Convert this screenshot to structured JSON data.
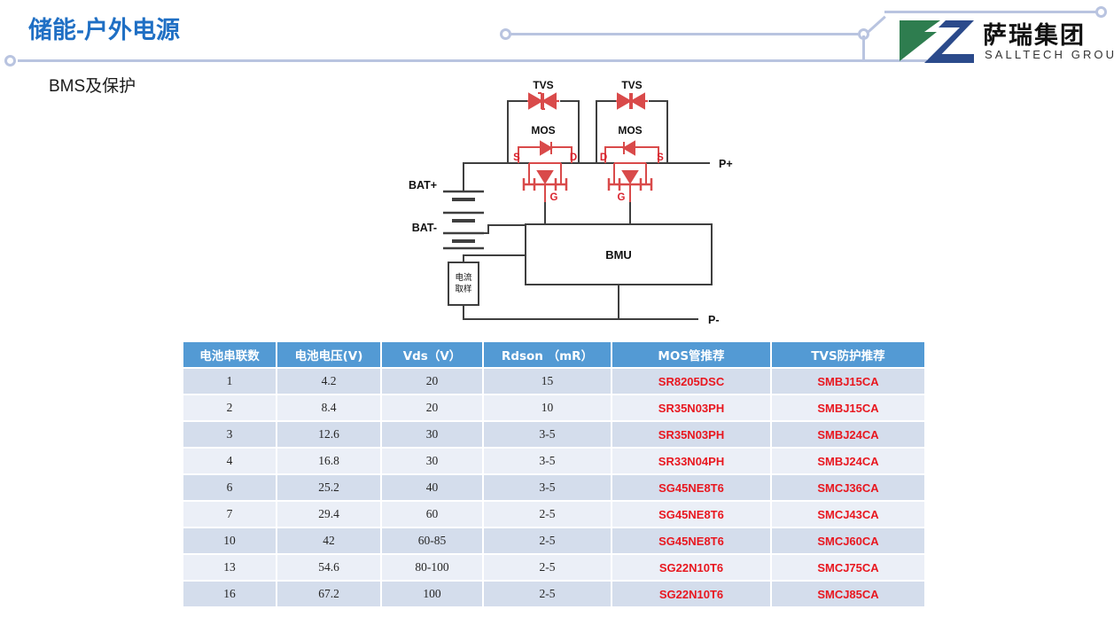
{
  "header": {
    "title": "储能-户外电源",
    "subtitle": "BMS及保护",
    "title_color": "#1F6FC4",
    "trace_color": "#b9c4e0"
  },
  "logo": {
    "name_cn": "萨瑞集团",
    "name_en": "SALLTECH GROUP",
    "mark_green": "#2E7D4F",
    "mark_blue": "#2B4A8B"
  },
  "circuit": {
    "labels": {
      "tvs_left": "TVS",
      "tvs_right": "TVS",
      "mos_left": "MOS",
      "mos_right": "MOS",
      "bat_plus": "BAT+",
      "bat_minus": "BAT-",
      "p_plus": "P+",
      "p_minus": "P-",
      "bmu": "BMU",
      "shunt_line1": "电流",
      "shunt_line2": "取样",
      "left_s": "S",
      "left_d": "D",
      "left_g": "G",
      "right_d": "D",
      "right_s": "S",
      "right_g": "G"
    },
    "wire_color": "#3f3f3f",
    "device_color": "#d94a4a"
  },
  "table": {
    "header_bg": "#539AD4",
    "part_color": "#E8171F",
    "columns": [
      "电池串联数",
      "电池电压(V)",
      "Vds（V）",
      "Rdson （mR）",
      "MOS管推荐",
      "TVS防护推荐"
    ],
    "rows": [
      [
        "1",
        "4.2",
        "20",
        "15",
        "SR8205DSC",
        "SMBJ15CA"
      ],
      [
        "2",
        "8.4",
        "20",
        "10",
        "SR35N03PH",
        "SMBJ15CA"
      ],
      [
        "3",
        "12.6",
        "30",
        "3-5",
        "SR35N03PH",
        "SMBJ24CA"
      ],
      [
        "4",
        "16.8",
        "30",
        "3-5",
        "SR33N04PH",
        "SMBJ24CA"
      ],
      [
        "6",
        "25.2",
        "40",
        "3-5",
        "SG45NE8T6",
        "SMCJ36CA"
      ],
      [
        "7",
        "29.4",
        "60",
        "2-5",
        "SG45NE8T6",
        "SMCJ43CA"
      ],
      [
        "10",
        "42",
        "60-85",
        "2-5",
        "SG45NE8T6",
        "SMCJ60CA"
      ],
      [
        "13",
        "54.6",
        "80-100",
        "2-5",
        "SG22N10T6",
        "SMCJ75CA"
      ],
      [
        "16",
        "67.2",
        "100",
        "2-5",
        "SG22N10T6",
        "SMCJ85CA"
      ]
    ]
  }
}
